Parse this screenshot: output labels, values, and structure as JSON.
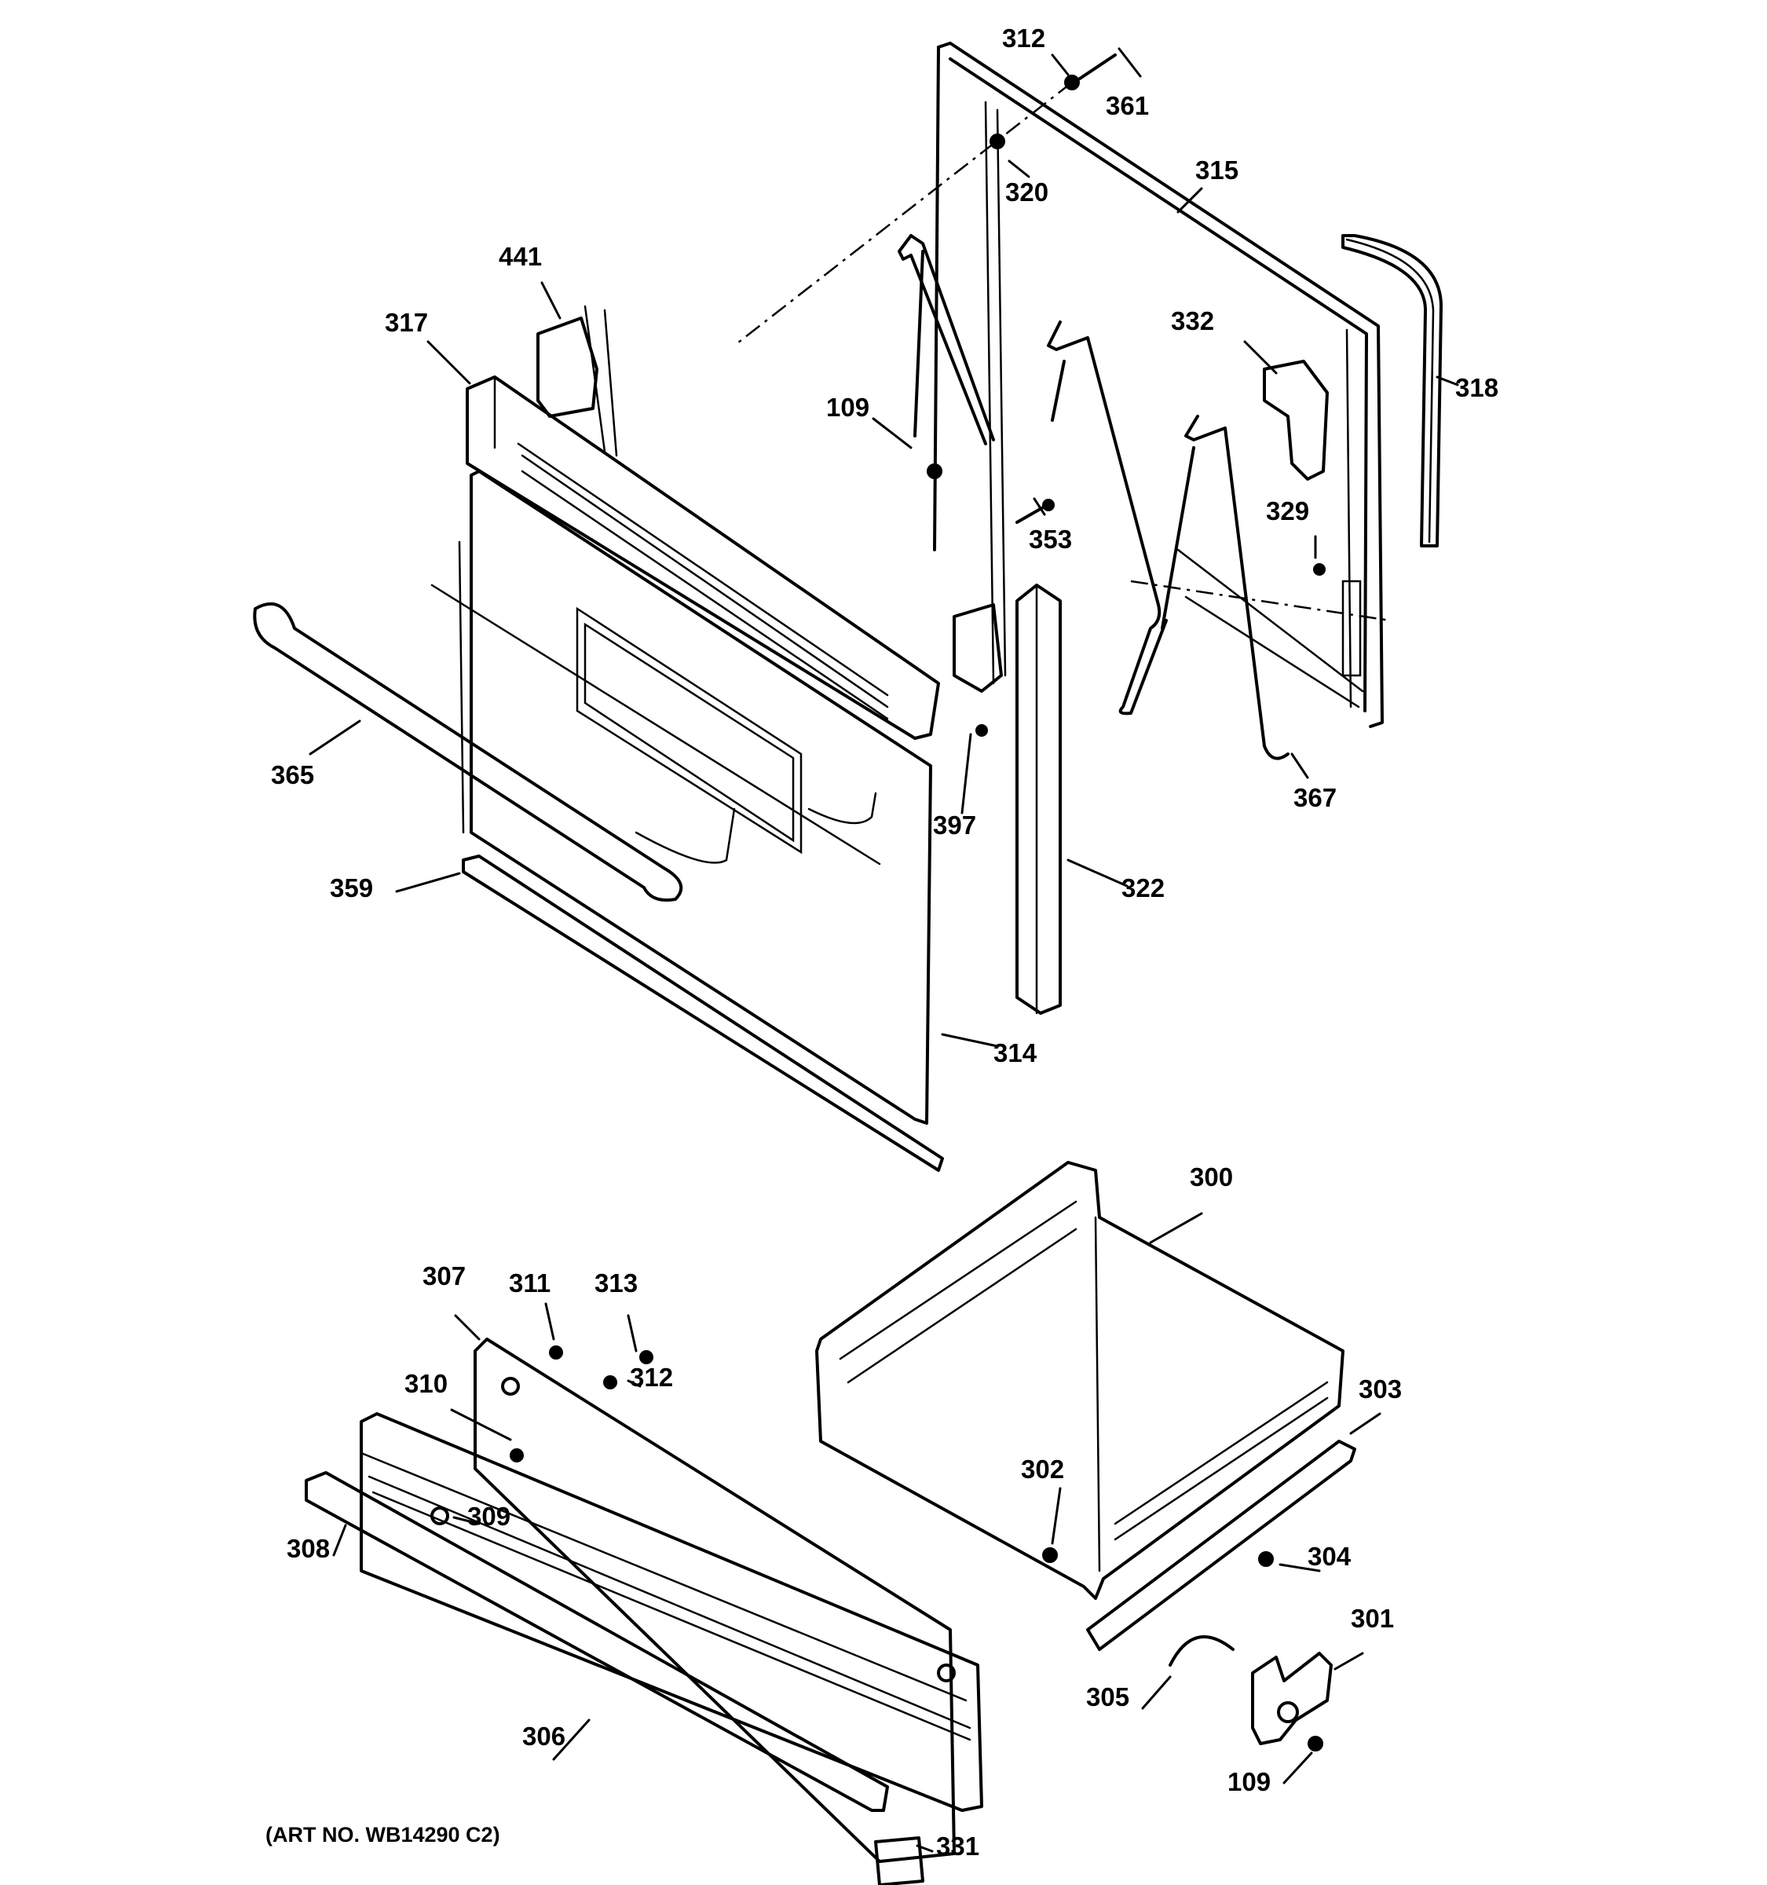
{
  "art_number": "(ART NO. WB14290 C2)",
  "callouts": {
    "c312a": "312",
    "c361": "361",
    "c320": "320",
    "c315": "315",
    "c441": "441",
    "c317": "317",
    "c332": "332",
    "c318": "318",
    "c109a": "109",
    "c353": "353",
    "c329": "329",
    "c365": "365",
    "c397": "397",
    "c367": "367",
    "c359": "359",
    "c322": "322",
    "c314": "314",
    "c300": "300",
    "c307": "307",
    "c311": "311",
    "c313": "313",
    "c312b": "312",
    "c310": "310",
    "c303": "303",
    "c302": "302",
    "c309": "309",
    "c308": "308",
    "c304": "304",
    "c301": "301",
    "c305": "305",
    "c306": "306",
    "c109b": "109",
    "c331": "331"
  }
}
